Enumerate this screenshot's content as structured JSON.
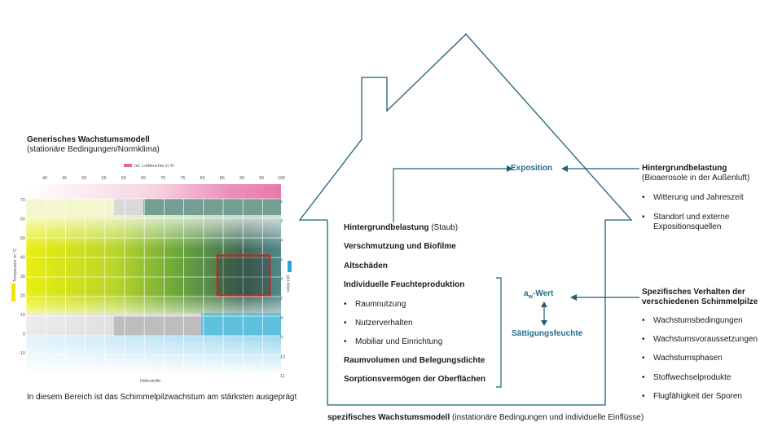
{
  "left": {
    "title": "Generisches Wachstumsmodell",
    "subtitle": "(stationäre Bedingungen/Normklima)",
    "caption": "In diesem Bereich ist das Schimmelpilzwachstum am stärksten ausgeprägt"
  },
  "chart_data": {
    "type": "heatmap",
    "legend_top": "rel. Luftfeuchte in %",
    "top_ticks": [
      "40",
      "45",
      "50",
      "55",
      "60",
      "65",
      "70",
      "75",
      "80",
      "85",
      "90",
      "95",
      "100"
    ],
    "left_axis_label": "Temperatur in °C",
    "left_ticks": [
      "70",
      "60",
      "50",
      "40",
      "30",
      "20",
      "10",
      "0",
      "-10"
    ],
    "right_axis_label": "pH-Wert",
    "right_ticks": [
      "2",
      "3",
      "4",
      "5",
      "6",
      "7",
      "8",
      "9",
      "10",
      "11"
    ],
    "bottom_label": "Nährstoffe",
    "highlight": {
      "humidity_range": [
        85,
        95
      ],
      "temperature_range": [
        20,
        40
      ]
    },
    "colors": {
      "highlight": "#e01818",
      "humidity_legend": "#e26aa0",
      "ph_legend": "#29a8d8",
      "temp_legend": "#f2e600"
    }
  },
  "house": {
    "exposition": "Exposition",
    "inner_items": [
      {
        "bold": "Hintergrundbelastung",
        "normal": " (Staub)"
      },
      {
        "bold": "Verschmutzung und Biofilme",
        "normal": ""
      },
      {
        "bold": "Altschäden",
        "normal": ""
      },
      {
        "bold": "Individuelle Feuchteproduktion",
        "normal": ""
      }
    ],
    "feuchte_bullets": [
      "Raumnutzung",
      "Nutzerverhalten",
      "Mobiliar und Einrichtung"
    ],
    "inner_items_2": [
      "Raumvolumen und Belegungsdichte",
      "Sorptionsvermögen der Oberflächen"
    ],
    "aw_main": "a",
    "aw_sub": "w",
    "aw_rest": "-Wert",
    "saettigung": "Sättigungsfeuchte",
    "bottom_bold": "spezifisches Wachstumsmodell",
    "bottom_normal": " (instationäre Bedingungen und individuelle Einflüsse)"
  },
  "right": {
    "bg_title": "Hintergrundbelastung",
    "bg_subtitle": "(Bioaerosole in der Außenluft)",
    "bg_bullets": [
      "Witterung und Jahreszeit",
      "Standort und externe",
      "Expositionsquellen"
    ],
    "spec_title_1": "Spezifisches Verhalten der",
    "spec_title_2": "verschiedenen Schimmelpilze",
    "spec_bullets": [
      "Wachstumsbedingungen",
      "Wachstumsvoraussetzungen",
      "Wachstumsphasen",
      "Stoffwechselprodukte",
      "Flugfähigkeit der Sporen"
    ]
  }
}
